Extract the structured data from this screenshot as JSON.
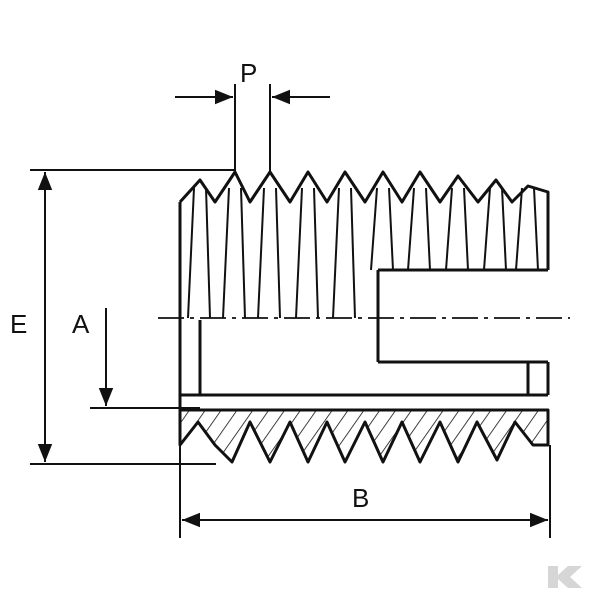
{
  "labels": {
    "pitch": "P",
    "outer_diameter": "E",
    "inner_diameter": "A",
    "length": "B"
  },
  "watermark": {
    "icon": "k-logo-icon",
    "color": "#d6d6d6"
  },
  "colors": {
    "line": "#111111",
    "background": "#ffffff"
  }
}
